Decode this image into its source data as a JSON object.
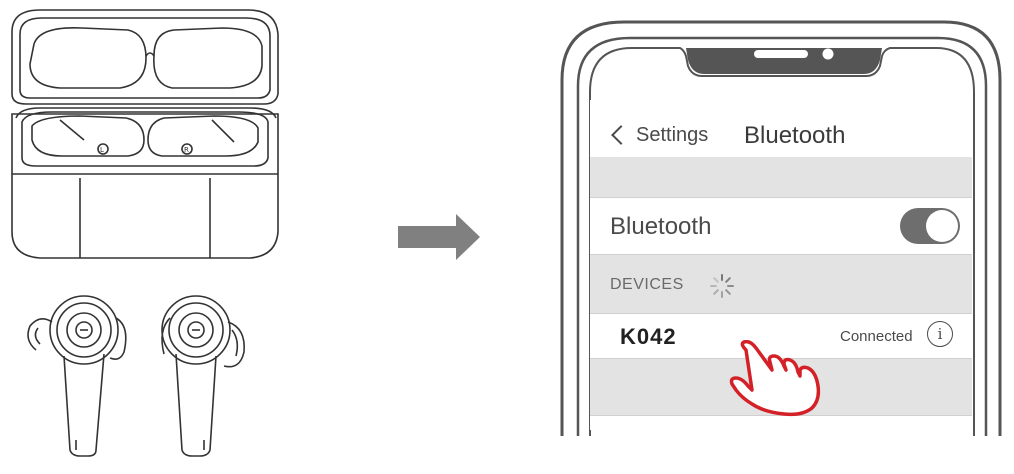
{
  "nav": {
    "back_label": "Settings",
    "title": "Bluetooth"
  },
  "bluetooth_row": {
    "label": "Bluetooth",
    "toggle_on": true
  },
  "devices": {
    "header": "DEVICES",
    "items": [
      {
        "name": "K042",
        "status": "Connected"
      }
    ]
  },
  "info_glyph": "i",
  "colors": {
    "hand": "#d42127",
    "toggle": "#6e6e6e",
    "section_gray": "#e3e3e3",
    "arrow": "#808080"
  },
  "icons": [
    "charging-case-icon",
    "earbud-left-icon",
    "earbud-right-icon",
    "arrow-right-icon",
    "phone-frame-icon",
    "loading-spinner-icon",
    "tap-hand-icon"
  ]
}
